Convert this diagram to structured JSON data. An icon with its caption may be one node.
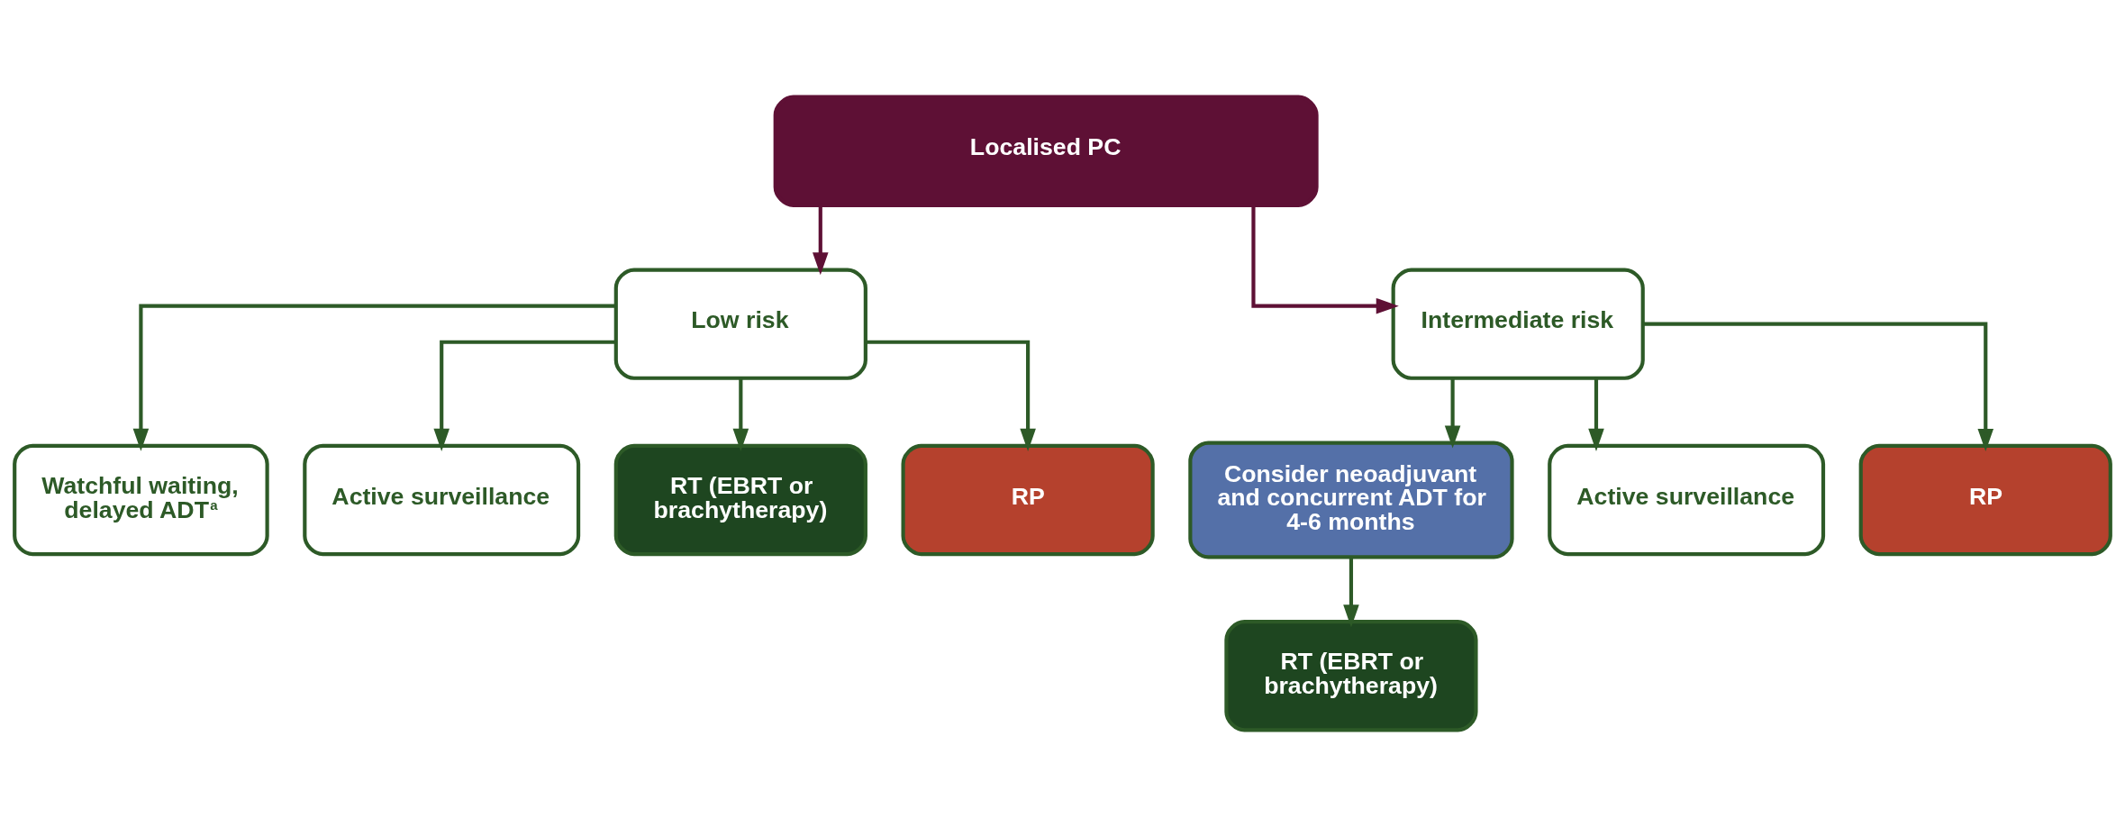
{
  "diagram": {
    "nodes": [
      {
        "text": [
          "Localised PC"
        ]
      },
      {
        "text": [
          "Low risk"
        ]
      },
      {
        "text": [
          "Intermediate risk"
        ]
      },
      {
        "text": [
          "Watchful waiting, delayed ADT$^{a}$"
        ]
      },
      {
        "text": [
          "Active surveillance"
        ]
      },
      {
        "text": [
          "RT (EBRT or brachytherapy)"
        ]
      },
      {
        "text": [
          "RP"
        ]
      },
      {
        "text": [
          "Consider neoadjuvant and concurrent ADT for 4-6 months"
        ]
      },
      {
        "text": [
          "Active surveillance"
        ]
      },
      {
        "text": [
          "RT (EBRT or brachytherapy)"
        ]
      },
      {
        "text": [
          "RP"
        ]
      }
    ],
    "edges": [
      {
        "from": 0,
        "to": 1,
        "arrow": "to",
        "color": "#5e1035"
      },
      {
        "from": 0,
        "to": 2,
        "arrow": "to",
        "color": "#5e1035"
      },
      {
        "from": 1,
        "to": 3,
        "arrow": "to"
      },
      {
        "from": 1,
        "to": 4,
        "arrow": "to"
      },
      {
        "from": 1,
        "to": 5,
        "arrow": "to"
      },
      {
        "from": 1,
        "to": 6,
        "arrow": "to"
      },
      {
        "from": 2,
        "to": 8,
        "arrow": "to"
      },
      {
        "from": 2,
        "to": 7,
        "arrow": "to"
      },
      {
        "from": 2,
        "to": 10,
        "arrow": "to"
      },
      {
        "from": 7,
        "to": 9,
        "arrow": "to"
      }
    ]
  }
}
